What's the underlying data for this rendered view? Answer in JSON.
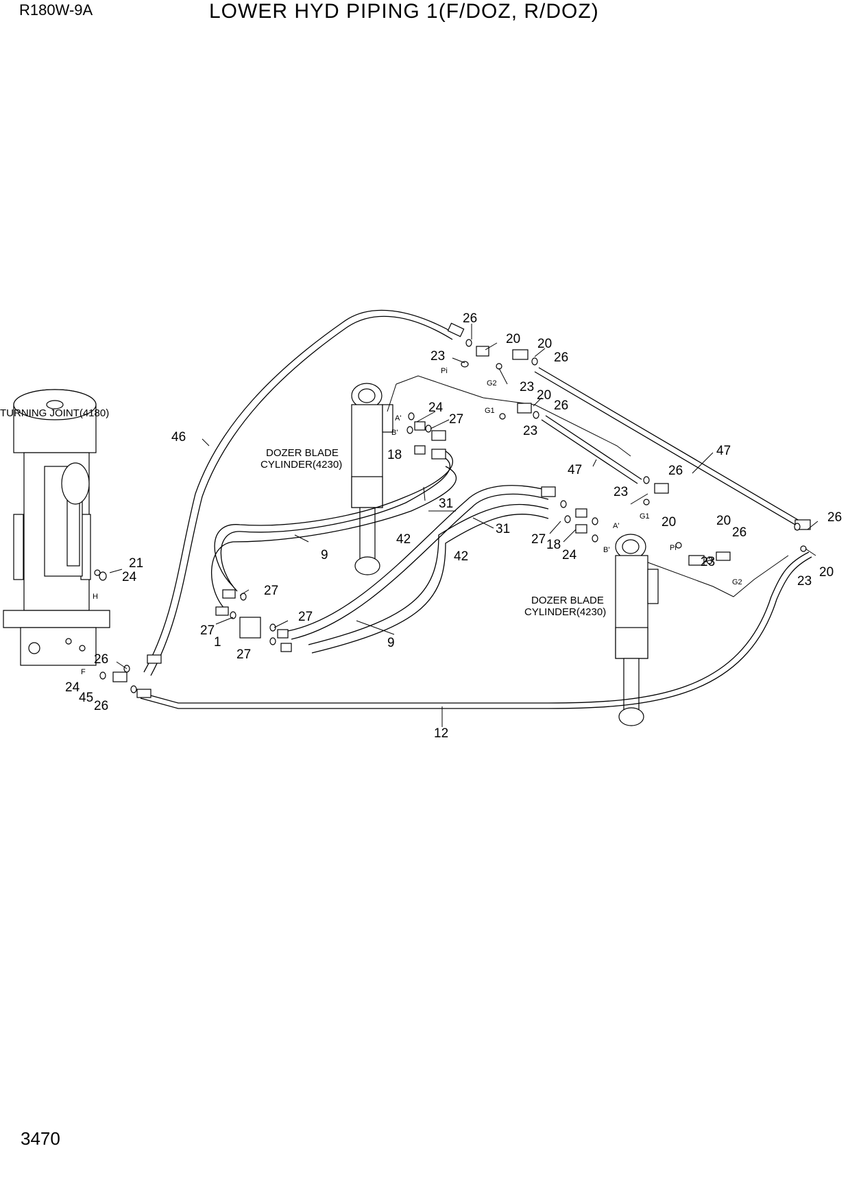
{
  "header": {
    "model": "R180W-9A",
    "title": "LOWER HYD PIPING 1(F/DOZ, R/DOZ)"
  },
  "footer": {
    "page_number": "3470"
  },
  "components": {
    "turning_joint": "TURNING JOINT(4180)",
    "dozer_cylinder_top_line1": "DOZER BLADE",
    "dozer_cylinder_top_line2": "CYLINDER(4230)",
    "dozer_cylinder_bottom_line1": "DOZER BLADE",
    "dozer_cylinder_bottom_line2": "CYLINDER(4230)"
  },
  "port_labels": [
    "Pi",
    "G2",
    "G1",
    "A'",
    "B'",
    "G1",
    "A'",
    "B'",
    "Pi",
    "G2",
    "H",
    "F"
  ],
  "part_callouts": [
    "26",
    "20",
    "20",
    "26",
    "23",
    "23",
    "20",
    "26",
    "24",
    "27",
    "23",
    "18",
    "46",
    "47",
    "47",
    "26",
    "23",
    "20",
    "31",
    "42",
    "9",
    "31",
    "42",
    "27",
    "18",
    "24",
    "20",
    "26",
    "23",
    "26",
    "20",
    "23",
    "21",
    "24",
    "27",
    "27",
    "27",
    "1",
    "27",
    "9",
    "26",
    "24",
    "45",
    "26",
    "12"
  ]
}
